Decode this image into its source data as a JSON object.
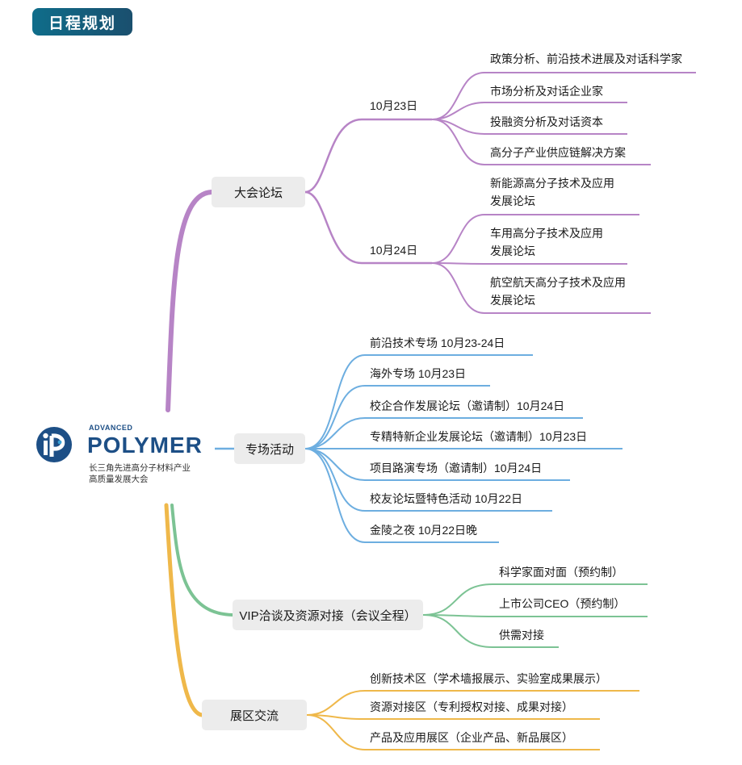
{
  "header": {
    "title": "日程规划"
  },
  "logo": {
    "small": "ADVANCED",
    "big": "POLYMER",
    "sub1": "长三角先进高分子材料产业",
    "sub2": "高质量发展大会"
  },
  "colors": {
    "purple": "#b784c6",
    "blue": "#6daee0",
    "green": "#7cc394",
    "orange": "#efb84a"
  },
  "branches": [
    {
      "label": "大会论坛",
      "days": [
        {
          "label": "10月23日",
          "items": [
            "政策分析、前沿技术进展及对话科学家",
            "市场分析及对话企业家",
            "投融资分析及对话资本",
            "高分子产业供应链解决方案"
          ]
        },
        {
          "label": "10月24日",
          "items": [
            [
              "新能源高分子技术及应用",
              "发展论坛"
            ],
            [
              "车用高分子技术及应用",
              "发展论坛"
            ],
            [
              "航空航天高分子技术及应用",
              "发展论坛"
            ]
          ]
        }
      ]
    },
    {
      "label": "专场活动",
      "items": [
        "前沿技术专场  10月23-24日",
        "海外专场  10月23日",
        "校企合作发展论坛（邀请制）10月24日",
        "专精特新企业发展论坛（邀请制）10月23日",
        "项目路演专场（邀请制）10月24日",
        "校友论坛暨特色活动  10月22日",
        "金陵之夜 10月22日晚"
      ]
    },
    {
      "label": "VIP洽谈及资源对接（会议全程）",
      "items": [
        "科学家面对面（预约制）",
        "上市公司CEO（预约制）",
        "供需对接"
      ]
    },
    {
      "label": "展区交流",
      "items": [
        "创新技术区（学术墙报展示、实验室成果展示）",
        "资源对接区（专利授权对接、成果对接）",
        "产品及应用展区（企业产品、新品展区）"
      ]
    }
  ]
}
